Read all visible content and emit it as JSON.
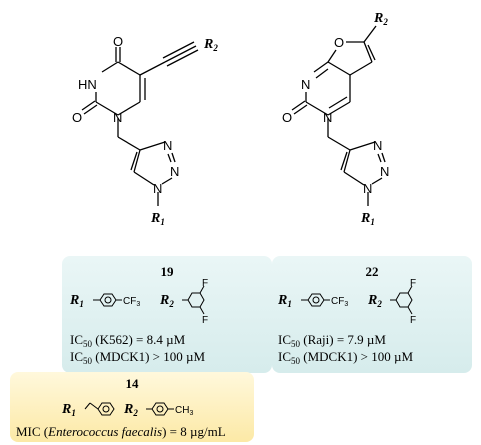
{
  "structures": {
    "left": {
      "atoms": {
        "o_top": "O",
        "hn": "HN",
        "o_left": "O",
        "n1": "N",
        "tz_n1": "N",
        "tz_n2": "N",
        "tz_n3": "N"
      },
      "r2": "R",
      "r2_sub": "2",
      "r1": "R",
      "r1_sub": "1"
    },
    "right": {
      "atoms": {
        "o_ring": "O",
        "n_top": "N",
        "o_left": "O",
        "n1": "N",
        "tz_n1": "N",
        "tz_n2": "N",
        "tz_n3": "N"
      },
      "r2": "R",
      "r2_sub": "2",
      "r1": "R",
      "r1_sub": "1"
    }
  },
  "compounds": [
    {
      "id": "19",
      "r1_label": "R",
      "r1_sub": "1",
      "r1_group": "CF3-phenyl",
      "r1_text": "CF",
      "r2_label": "R",
      "r2_sub": "2",
      "r2_group": "3,5-difluorophenyl",
      "f_label": "F",
      "line1_a": "IC",
      "line1_sub": "50",
      "line1_b": " (K562) = 8.4 µM",
      "line2_a": "IC",
      "line2_sub": "50",
      "line2_b": " (MDCK1) > 100 µM",
      "bg": "#dff1f1"
    },
    {
      "id": "22",
      "r1_label": "R",
      "r1_sub": "1",
      "r1_group": "CF3-phenyl",
      "r1_text": "CF",
      "r2_label": "R",
      "r2_sub": "2",
      "r2_group": "3,5-difluorophenyl",
      "f_label": "F",
      "line1_a": "IC",
      "line1_sub": "50",
      "line1_b": " (Raji) = 7.9 µM",
      "line2_a": "IC",
      "line2_sub": "50",
      "line2_b": " (MDCK1) > 100 µM",
      "bg": "#dff1f1"
    },
    {
      "id": "14",
      "r1_label": "R",
      "r1_sub": "1",
      "r1_group": "benzyl",
      "r2_label": "R",
      "r2_sub": "2",
      "r2_group": "p-tolyl",
      "r2_text": "CH",
      "mic_a": "MIC (",
      "mic_italic": "Enterococcus faecalis",
      "mic_b": ") = 8 µg/mL",
      "bg": "#fdf0c2"
    }
  ],
  "sub3": "3"
}
